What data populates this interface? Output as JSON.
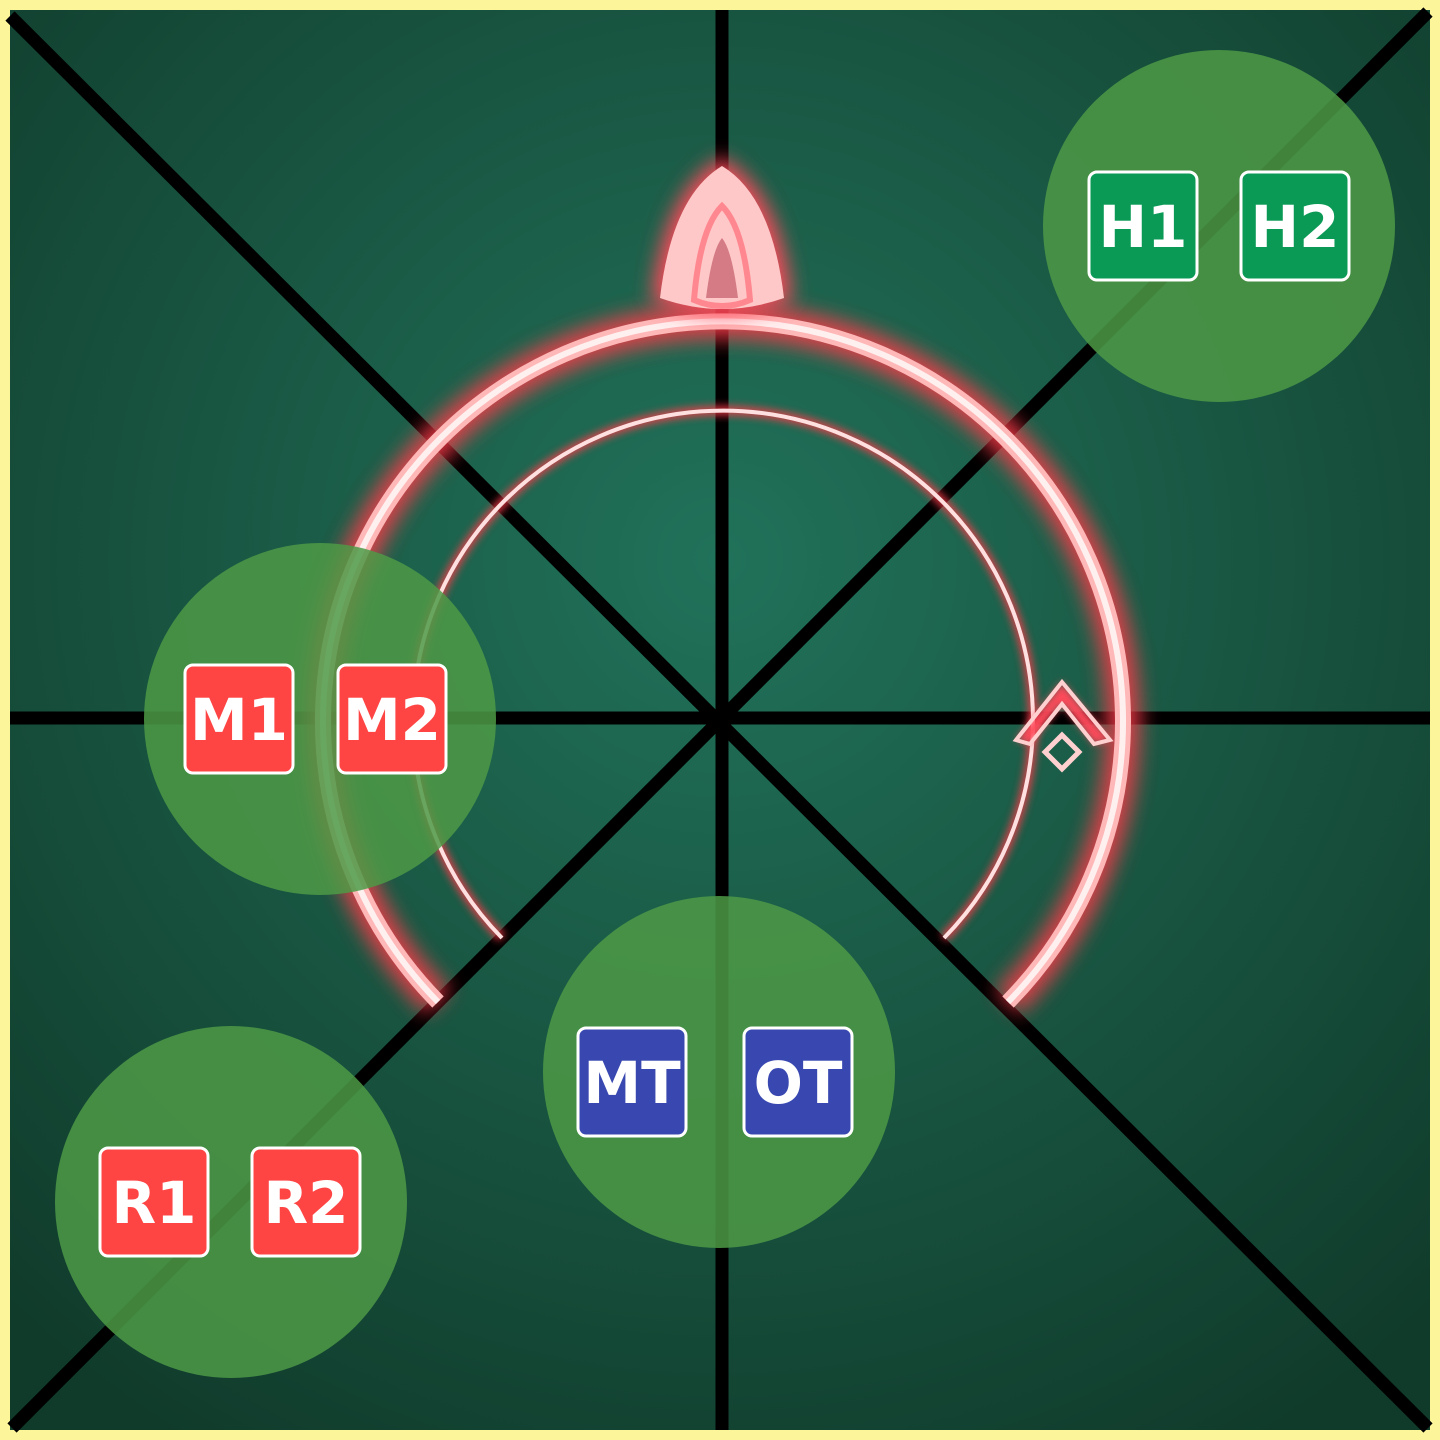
{
  "arena": {
    "border_color": "#fdf59a",
    "floor_color_center": "#21725a",
    "floor_color_edge": "#103a2a",
    "line_color": "#000000",
    "zone_color": "#4e9a47",
    "boss_color": "#ff4a5a"
  },
  "boss": {
    "facing": "north",
    "markers": [
      "boss-hitbox-ring",
      "boss-facing-arrow-icon",
      "boss-target-chevron-icon"
    ]
  },
  "roles": {
    "healers": {
      "color": "#0a9a56",
      "labels": [
        "H1",
        "H2"
      ]
    },
    "tanks": {
      "color": "#3848b0",
      "labels": [
        "MT",
        "OT"
      ]
    },
    "melee": {
      "color": "#ff4444",
      "labels": [
        "M1",
        "M2"
      ]
    },
    "ranged": {
      "color": "#ff4444",
      "labels": [
        "R1",
        "R2"
      ]
    }
  }
}
